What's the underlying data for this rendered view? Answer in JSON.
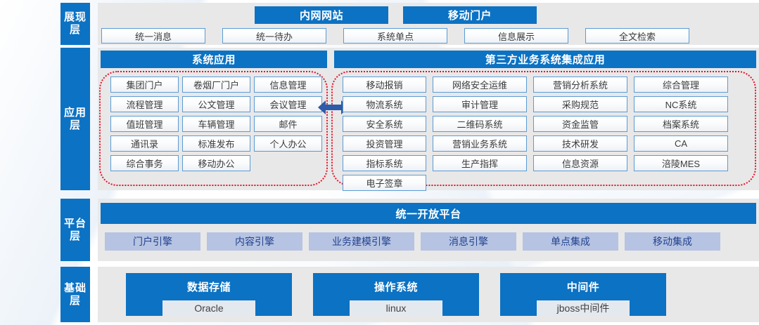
{
  "colors": {
    "brand_blue": "#0c72c3",
    "panel_gray": "#e8e8e8",
    "cell_border": "#5b9bd5",
    "group_outline_red": "#e8102a",
    "engine_fill": "#b6c3e2",
    "engine_text": "#22438f",
    "arrow_blue": "#2e5aa8"
  },
  "layers": [
    {
      "id": "presentation",
      "label": "展现层"
    },
    {
      "id": "application",
      "label": "应用层"
    },
    {
      "id": "platform",
      "label": "平台层"
    },
    {
      "id": "infrastructure",
      "label": "基础层"
    }
  ],
  "presentation": {
    "banners": [
      "内网网站",
      "移动门户"
    ],
    "cells": [
      "统一消息",
      "统一待办",
      "系统单点",
      "信息展示",
      "全文检索"
    ]
  },
  "application": {
    "groups": [
      {
        "id": "system-apps",
        "title": "系统应用",
        "columns": [
          [
            "集团门户",
            "流程管理",
            "值班管理",
            "通讯录",
            "综合事务"
          ],
          [
            "卷烟厂门户",
            "公文管理",
            "车辆管理",
            "标准发布",
            "移动办公"
          ],
          [
            "信息管理",
            "会议管理",
            "邮件",
            "个人办公"
          ]
        ]
      },
      {
        "id": "third-party-apps",
        "title": "第三方业务系统集成应用",
        "columns": [
          [
            "移动报销",
            "物流系统",
            "安全系统",
            "投资管理",
            "指标系统",
            "电子签章"
          ],
          [
            "网络安全运维",
            "审计管理",
            "二维码系统",
            "营销业务系统",
            "生产指挥"
          ],
          [
            "营销分析系统",
            "采购规范",
            "资金监管",
            "技术研发",
            "信息资源"
          ],
          [
            "综合管理",
            "NC系统",
            "档案系统",
            "CA",
            "涪陵MES"
          ]
        ]
      }
    ],
    "connector": "double-headed-arrow"
  },
  "platform": {
    "banner": "统一开放平台",
    "engines": [
      "门户引擎",
      "内容引擎",
      "业务建模引擎",
      "消息引擎",
      "单点集成",
      "移动集成"
    ]
  },
  "infrastructure": {
    "blocks": [
      {
        "title": "数据存储",
        "value": "Oracle"
      },
      {
        "title": "操作系统",
        "value": "linux"
      },
      {
        "title": "中间件",
        "value": "jboss中间件"
      }
    ]
  }
}
